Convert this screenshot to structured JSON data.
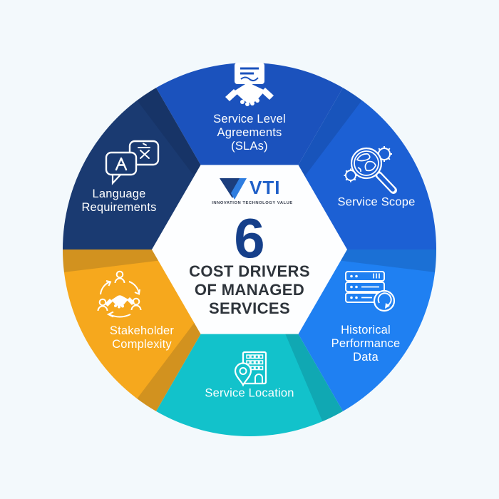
{
  "background_color": "#f3f9fc",
  "center": {
    "logo": {
      "name": "VTI",
      "tagline": "INNOVATION TECHNOLOGY VALUE",
      "text_color": "#1f5fc8",
      "mark_navy": "#1c3e7d",
      "mark_blue": "#2e7de0",
      "tagline_color": "#3a4150"
    },
    "number": "6",
    "number_color": "#153f8a",
    "heading": "COST DRIVERS\nOF MANAGED\nSERVICES",
    "heading_color": "#2e343b",
    "hexagon_color": "#fdfeff"
  },
  "segments": [
    {
      "label": "Service Level\nAgreements\n(SLAs)",
      "color": "#1b52bd",
      "icon": "document-handshake-icon",
      "position": "top"
    },
    {
      "label": "Service Scope",
      "color": "#1c60d4",
      "icon": "magnifier-globe-gears-icon",
      "position": "upper-right"
    },
    {
      "label": "Historical\nPerformance\nData",
      "color": "#1f80f2",
      "icon": "server-refresh-icon",
      "position": "lower-right"
    },
    {
      "label": "Service Location",
      "color": "#12c2cb",
      "icon": "building-location-pin-icon",
      "position": "bottom"
    },
    {
      "label": "Stakeholder\nComplexity",
      "color": "#f6a81d",
      "icon": "people-collaboration-icon",
      "position": "lower-left"
    },
    {
      "label": "Language\nRequirements",
      "color": "#1a3a71",
      "icon": "translation-bubbles-icon",
      "position": "upper-left"
    }
  ]
}
